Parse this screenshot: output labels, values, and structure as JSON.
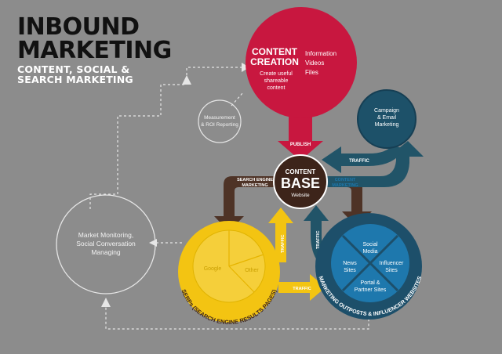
{
  "title": {
    "line1": "INBOUND",
    "line2": "MARKETING",
    "sub1": "CONTENT, SOCIAL &",
    "sub2": "SEARCH MARKETING"
  },
  "content_creation": {
    "heading1": "CONTENT",
    "heading2": "CREATION",
    "desc1": "Create useful",
    "desc2": "shareable",
    "desc3": "content",
    "items": [
      "Information",
      "Videos",
      "Files"
    ]
  },
  "publish_label": "PUBLISH",
  "campaign": {
    "line1": "Campaign",
    "line2": "& Email",
    "line3": "Marketing"
  },
  "traffic_label": "TRAFFIC",
  "content_base": {
    "line1": "CONTENT",
    "line2": "BASE",
    "line3": "Website"
  },
  "sem_label": {
    "line1": "SEARCH ENGINE",
    "line2": "MARKETING"
  },
  "cm_label": {
    "line1": "CONTENT",
    "line2": "MARKETING"
  },
  "measurement": {
    "line1": "Measurement",
    "line2": "& ROI Reporting"
  },
  "market_monitoring": {
    "line1": "Market Monitoring,",
    "line2": "Social Conversation",
    "line3": "Managing"
  },
  "serps": {
    "segments": [
      "Google",
      "Other"
    ],
    "curved_label": "SERPs (SEARCH ENGINE RESULTS PAGES)"
  },
  "outposts": {
    "segments": {
      "social": {
        "line1": "Social",
        "line2": "Media"
      },
      "news": {
        "line1": "News",
        "line2": "Sites"
      },
      "influencer": {
        "line1": "Influencer",
        "line2": "Sites"
      },
      "portal": {
        "line1": "Portal &",
        "line2": "Partner Sites"
      }
    },
    "curved_label": "MARKETING OUTPOSTS & INFLUENCER WEBSITES"
  },
  "colors": {
    "background": "#8c8c8c",
    "content_creation": "#c8173f",
    "campaign": "#1d5169",
    "content_base": "#3d241a",
    "serps": "#f3c412",
    "outposts": "#1e78ad",
    "outposts_ring": "#1d4f6a",
    "brown_arrow": "#4e3326",
    "teal_arrow": "#215468",
    "yellow_arrow": "#f3c412"
  }
}
